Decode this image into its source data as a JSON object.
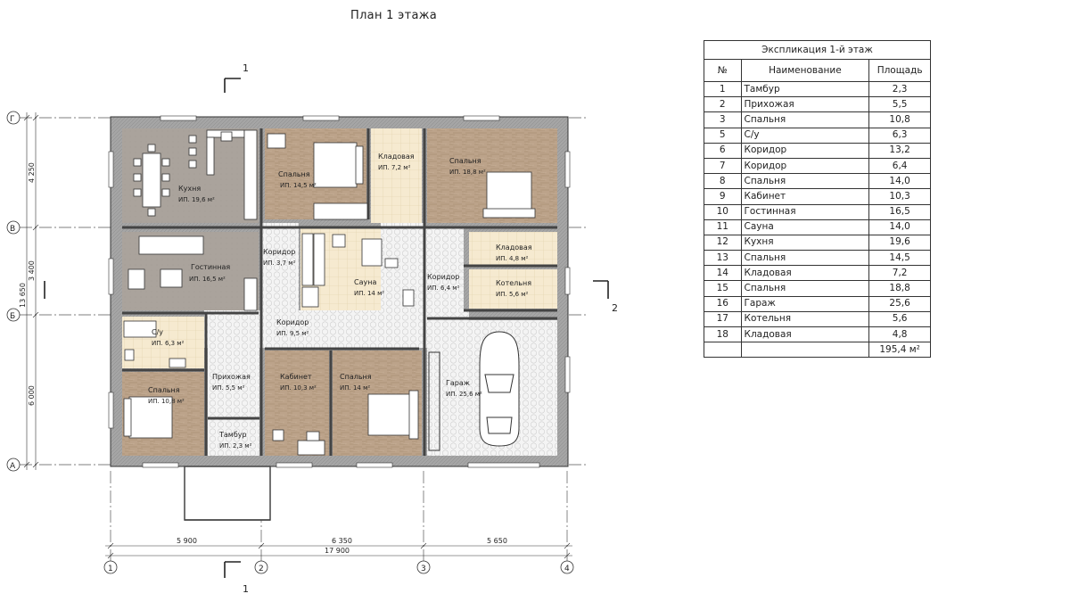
{
  "title": "План 1 этажа",
  "explication": {
    "caption": "Экспликация 1-й этаж",
    "headers": [
      "№",
      "Наименование",
      "Площадь"
    ],
    "rows": [
      [
        "1",
        "Тамбур",
        "2,3"
      ],
      [
        "2",
        "Прихожая",
        "5,5"
      ],
      [
        "3",
        "Спальня",
        "10,8"
      ],
      [
        "5",
        "С/у",
        "6,3"
      ],
      [
        "6",
        "Коридор",
        "13,2"
      ],
      [
        "7",
        "Коридор",
        "6,4"
      ],
      [
        "8",
        "Спальня",
        "14,0"
      ],
      [
        "9",
        "Кабинет",
        "10,3"
      ],
      [
        "10",
        "Гостинная",
        "16,5"
      ],
      [
        "11",
        "Сауна",
        "14,0"
      ],
      [
        "12",
        "Кухня",
        "19,6"
      ],
      [
        "13",
        "Спальня",
        "14,5"
      ],
      [
        "14",
        "Кладовая",
        "7,2"
      ],
      [
        "15",
        "Спальня",
        "18,8"
      ],
      [
        "16",
        "Гараж",
        "25,6"
      ],
      [
        "17",
        "Котельня",
        "5,6"
      ],
      [
        "18",
        "Кладовая",
        "4,8"
      ]
    ],
    "total": "195,4 м²"
  },
  "rooms": [
    {
      "id": "kitchen",
      "name": "Кухня",
      "area": "ИП. 19,6 м²"
    },
    {
      "id": "bedroom-13",
      "name": "Спальня",
      "area": "ИП. 14,5 м²"
    },
    {
      "id": "storage-14",
      "name": "Кладовая",
      "area": "ИП. 7,2 м²"
    },
    {
      "id": "bedroom-15",
      "name": "Спальня",
      "area": "ИП. 18,8 м²"
    },
    {
      "id": "living",
      "name": "Гостинная",
      "area": "ИП. 16,5 м²"
    },
    {
      "id": "corridor-7",
      "name": "Коридор",
      "area": "ИП. 3,7 м²"
    },
    {
      "id": "sauna",
      "name": "Сауна",
      "area": "ИП. 14 м²"
    },
    {
      "id": "corridor-b",
      "name": "Коридор",
      "area": "ИП. 6,4 м²"
    },
    {
      "id": "storage-18",
      "name": "Кладовая",
      "area": "ИП. 4,8 м²"
    },
    {
      "id": "boiler",
      "name": "Котельня",
      "area": "ИП. 5,6 м²"
    },
    {
      "id": "bathroom",
      "name": "С/у",
      "area": "ИП. 6,3 м²"
    },
    {
      "id": "corridor-6",
      "name": "Коридор",
      "area": "ИП. 9,5 м²"
    },
    {
      "id": "bedroom-3",
      "name": "Спальня",
      "area": "ИП. 10,8 м²"
    },
    {
      "id": "hall",
      "name": "Прихожая",
      "area": "ИП. 5,5 м²"
    },
    {
      "id": "vestibule",
      "name": "Тамбур",
      "area": "ИП. 2,3 м²"
    },
    {
      "id": "office",
      "name": "Кабинет",
      "area": "ИП. 10,3 м²"
    },
    {
      "id": "bedroom-8",
      "name": "Спальня",
      "area": "ИП. 14 м²"
    },
    {
      "id": "garage",
      "name": "Гараж",
      "area": "ИП. 25,6 м²"
    }
  ],
  "axes": {
    "rows": [
      "Г",
      "В",
      "Б",
      "А"
    ],
    "cols": [
      "1",
      "2",
      "3",
      "4"
    ]
  },
  "dimensions": {
    "horizontal": [
      "5 900",
      "6 350",
      "5 650",
      "17 900"
    ],
    "vertical": [
      "4 250",
      "3 400",
      "6 000",
      "13 650"
    ]
  },
  "sections": [
    "1",
    "2"
  ],
  "colors": {
    "wall": "#999999",
    "wood": "#bda38a",
    "gray_floor": "#a8a09a",
    "tile": "#f3e6c8",
    "hex": "#ededed"
  }
}
